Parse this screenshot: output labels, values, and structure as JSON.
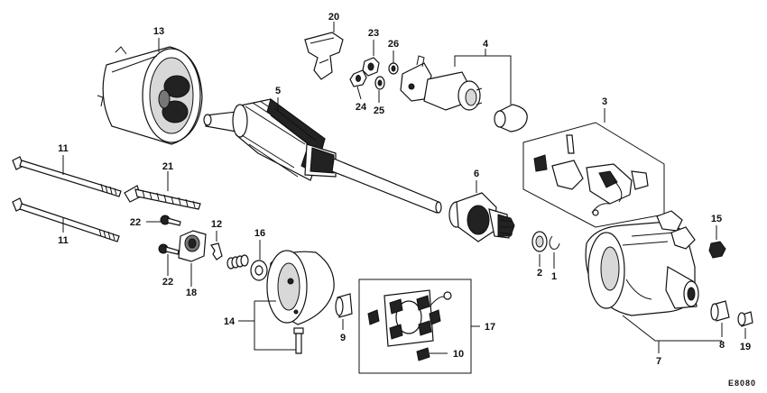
{
  "diagram_code": "E8080",
  "callouts": [
    {
      "id": "c1",
      "label": "1"
    },
    {
      "id": "c2",
      "label": "2"
    },
    {
      "id": "c3",
      "label": "3"
    },
    {
      "id": "c4",
      "label": "4"
    },
    {
      "id": "c5",
      "label": "5"
    },
    {
      "id": "c6",
      "label": "6"
    },
    {
      "id": "c7",
      "label": "7"
    },
    {
      "id": "c8",
      "label": "8"
    },
    {
      "id": "c9",
      "label": "9"
    },
    {
      "id": "c10",
      "label": "10"
    },
    {
      "id": "c11a",
      "label": "11"
    },
    {
      "id": "c11b",
      "label": "11"
    },
    {
      "id": "c12",
      "label": "12"
    },
    {
      "id": "c13",
      "label": "13"
    },
    {
      "id": "c14",
      "label": "14"
    },
    {
      "id": "c15",
      "label": "15"
    },
    {
      "id": "c16",
      "label": "16"
    },
    {
      "id": "c17",
      "label": "17"
    },
    {
      "id": "c18",
      "label": "18"
    },
    {
      "id": "c19",
      "label": "19"
    },
    {
      "id": "c20",
      "label": "20"
    },
    {
      "id": "c21",
      "label": "21"
    },
    {
      "id": "c22a",
      "label": "22"
    },
    {
      "id": "c22b",
      "label": "22"
    },
    {
      "id": "c23",
      "label": "23"
    },
    {
      "id": "c24",
      "label": "24"
    },
    {
      "id": "c25",
      "label": "25"
    },
    {
      "id": "c26",
      "label": "26"
    }
  ]
}
